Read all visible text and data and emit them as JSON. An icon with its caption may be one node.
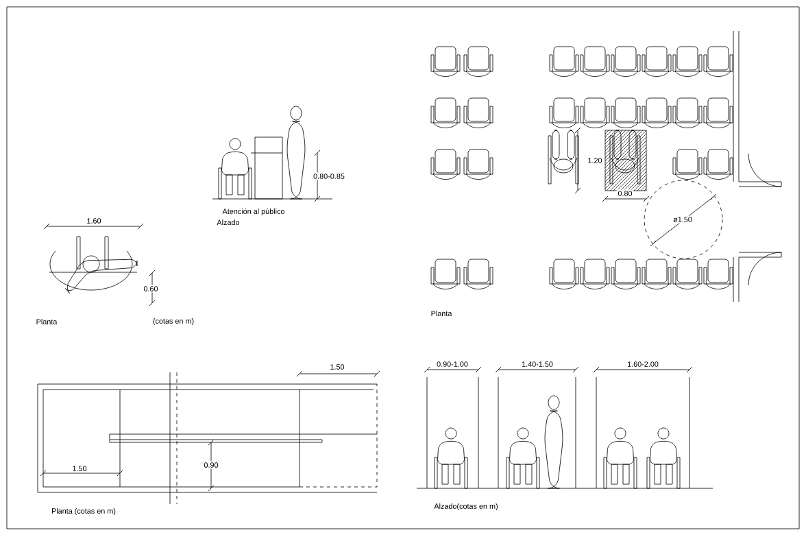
{
  "diagram": {
    "labels": [
      "1.60",
      "0.60",
      "Planta",
      "(cotas en m)",
      "0.80-0.85",
      "Atención al público",
      "Alzado",
      "1.20",
      "0.80",
      "ø1.50",
      "Planta",
      "1.50",
      "0.90",
      "1.50",
      "Planta  (cotas en m)",
      "0.90-1.00",
      "1.40-1.50",
      "1.60-2.00",
      "Alzado(cotas en m)"
    ]
  }
}
